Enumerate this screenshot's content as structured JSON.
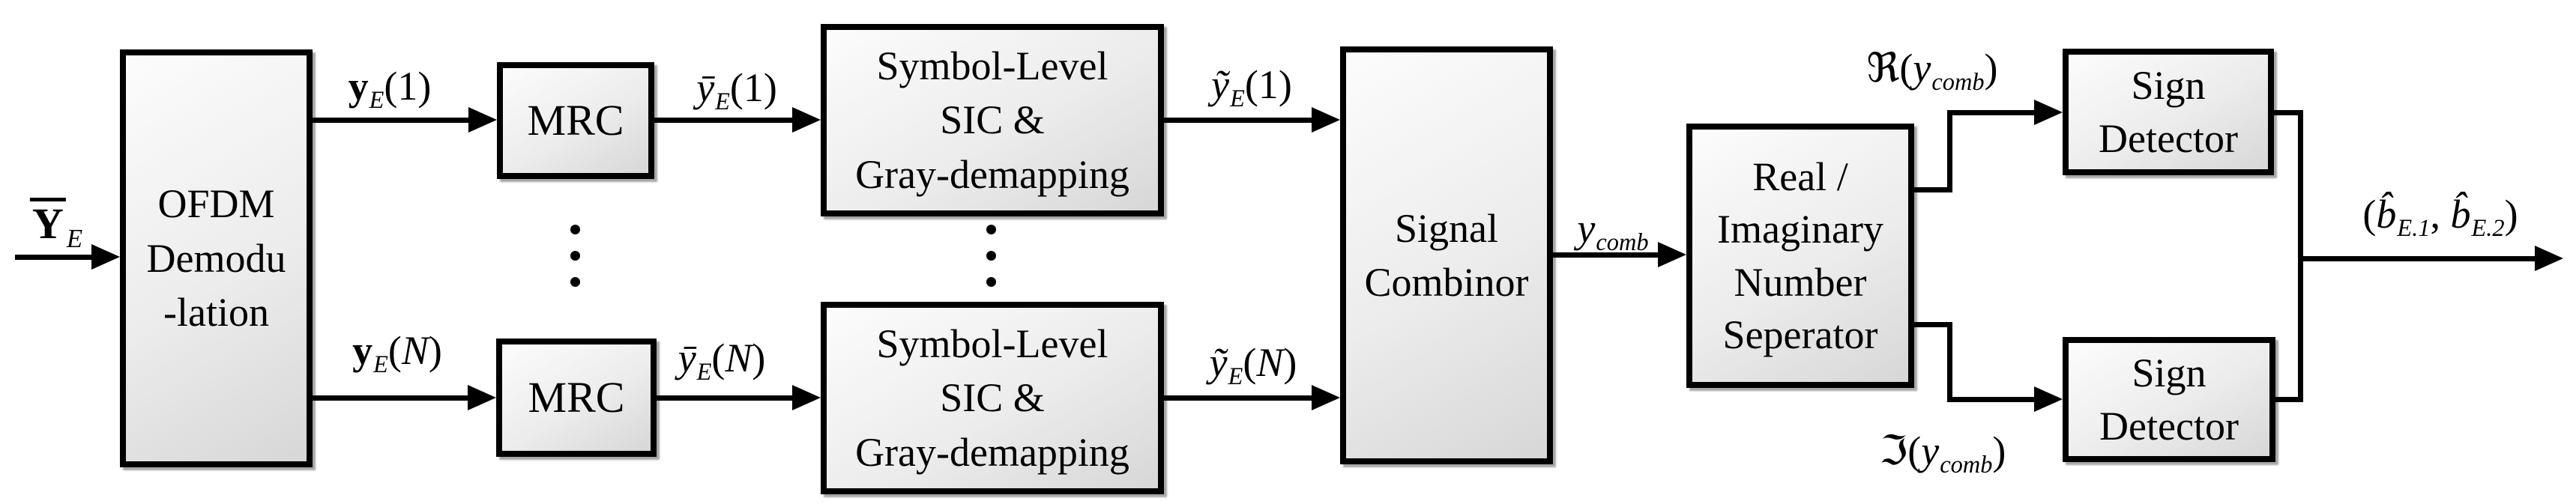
{
  "figure": {
    "type": "block-diagram",
    "description": "OFDM receiver signal-processing chain",
    "colors": {
      "background": "#ffffff",
      "ink": "#000000",
      "box_fill_light": "#fcfcfc",
      "box_fill_dark": "#d7d7d7"
    }
  },
  "blocks": {
    "ofdm": {
      "lines": [
        "OFDM",
        "Demodu",
        "-lation"
      ]
    },
    "mrc_top": {
      "lines": [
        "MRC"
      ]
    },
    "mrc_bottom": {
      "lines": [
        "MRC"
      ]
    },
    "sic_top": {
      "lines": [
        "Symbol-Level",
        "SIC &",
        "Gray-demapping"
      ]
    },
    "sic_bottom": {
      "lines": [
        "Symbol-Level",
        "SIC &",
        "Gray-demapping"
      ]
    },
    "combiner": {
      "lines": [
        "Signal",
        "Combinor"
      ]
    },
    "separator": {
      "lines": [
        "Real /",
        "Imaginary",
        "Number",
        "Seperator"
      ]
    },
    "sign_top": {
      "lines": [
        "Sign",
        "Detector"
      ]
    },
    "sign_bottom": {
      "lines": [
        "Sign",
        "Detector"
      ]
    }
  },
  "labels": {
    "input": [
      {
        "t": "Y",
        "s": "vbo"
      },
      {
        "t": "E",
        "s": "sub"
      }
    ],
    "y_1": [
      {
        "t": "y",
        "s": "vb"
      },
      {
        "t": "E",
        "s": "sub"
      },
      {
        "t": "(1)",
        "s": "n"
      }
    ],
    "y_N": [
      {
        "t": "y",
        "s": "vb"
      },
      {
        "t": "E",
        "s": "sub"
      },
      {
        "t": "(",
        "s": "n"
      },
      {
        "t": "N",
        "s": "v"
      },
      {
        "t": ")",
        "s": "n"
      }
    ],
    "ybar_1": [
      {
        "t": "ȳ",
        "s": "v"
      },
      {
        "t": "E",
        "s": "sub"
      },
      {
        "t": "(1)",
        "s": "n"
      }
    ],
    "ybar_N": [
      {
        "t": "ȳ",
        "s": "v"
      },
      {
        "t": "E",
        "s": "sub"
      },
      {
        "t": "(",
        "s": "n"
      },
      {
        "t": "N",
        "s": "v"
      },
      {
        "t": ")",
        "s": "n"
      }
    ],
    "ytilde_1": [
      {
        "t": "ỹ",
        "s": "v"
      },
      {
        "t": "E",
        "s": "sub"
      },
      {
        "t": "(1)",
        "s": "n"
      }
    ],
    "ytilde_N": [
      {
        "t": "ỹ",
        "s": "v"
      },
      {
        "t": "E",
        "s": "sub"
      },
      {
        "t": "(",
        "s": "n"
      },
      {
        "t": "N",
        "s": "v"
      },
      {
        "t": ")",
        "s": "n"
      }
    ],
    "y_comb": [
      {
        "t": "y",
        "s": "v"
      },
      {
        "t": "comb",
        "s": "sub"
      }
    ],
    "re_y_comb": [
      {
        "t": "ℜ(",
        "s": "n"
      },
      {
        "t": "y",
        "s": "v"
      },
      {
        "t": "comb",
        "s": "sub"
      },
      {
        "t": ")",
        "s": "n"
      }
    ],
    "im_y_comb": [
      {
        "t": "ℑ(",
        "s": "n"
      },
      {
        "t": "y",
        "s": "v"
      },
      {
        "t": "comb",
        "s": "sub"
      },
      {
        "t": ")",
        "s": "n"
      }
    ],
    "output": [
      {
        "t": "(",
        "s": "n"
      },
      {
        "t": "b̂",
        "s": "v"
      },
      {
        "t": "E.1",
        "s": "sub"
      },
      {
        "t": ", ",
        "s": "n"
      },
      {
        "t": "b̂",
        "s": "v"
      },
      {
        "t": "E.2",
        "s": "sub"
      },
      {
        "t": ")",
        "s": "n"
      }
    ]
  }
}
